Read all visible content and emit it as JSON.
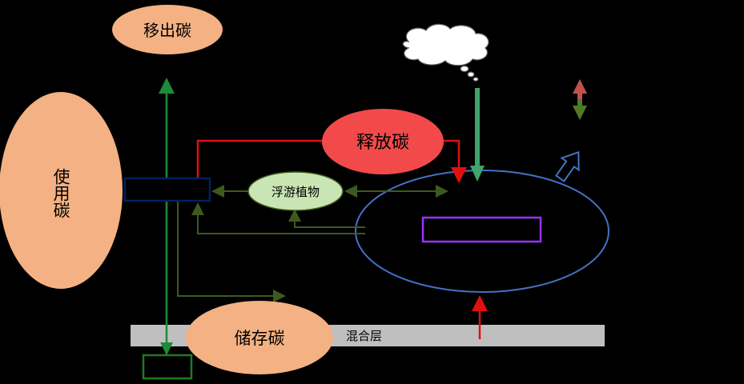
{
  "nodes": {
    "export_carbon": "移出碳",
    "use_carbon": "使用碳",
    "release_carbon": "释放碳",
    "plankton": "浮游植物",
    "storage_carbon": "储存碳",
    "mixed_layer": "混合层"
  },
  "colors": {
    "background": "#000000",
    "salmon": "#f4b183",
    "red_ellipse": "#f24a4a",
    "plankton_fill": "#c9e5b3",
    "ocean_outline": "#4472c4",
    "navy_box": "#002060",
    "purple_box": "#9933ff",
    "green_box": "#1f7a1f",
    "mixed_layer_band": "#bfbfbf",
    "red_line": "#e01010",
    "dark_green_line": "#3d5a1e",
    "green_arrow": "#1f8a3a",
    "thick_green_arrow": "#3fa36a"
  }
}
